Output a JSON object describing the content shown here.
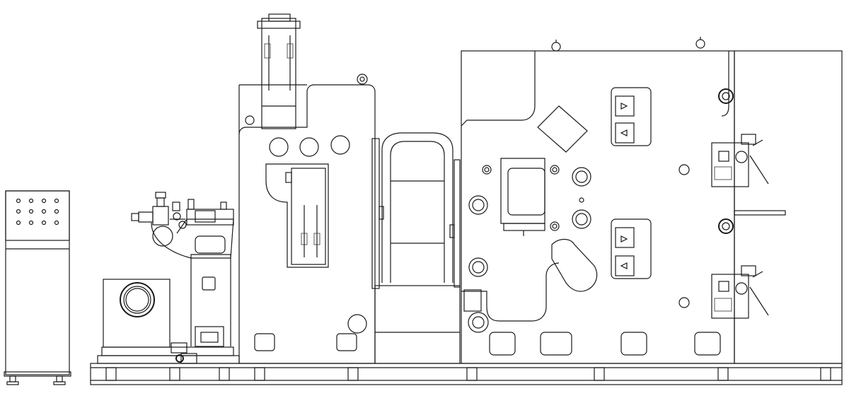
{
  "drawing": {
    "line_color": "#1a1a1a",
    "background_color": "#ffffff",
    "style": "mechanical line drawing, front elevation",
    "modules": [
      {
        "id": "control-cabinet",
        "icon": "control-panel-icon"
      },
      {
        "id": "unwind-station",
        "icon": "unwind-roll-icon"
      },
      {
        "id": "tower-frame",
        "icon": "frame-icon"
      },
      {
        "id": "tension-guide",
        "icon": "guide-arch-icon"
      },
      {
        "id": "processing-frame",
        "icon": "frame-icon"
      },
      {
        "id": "knife-unit",
        "icon": "cutter-icon"
      }
    ]
  }
}
